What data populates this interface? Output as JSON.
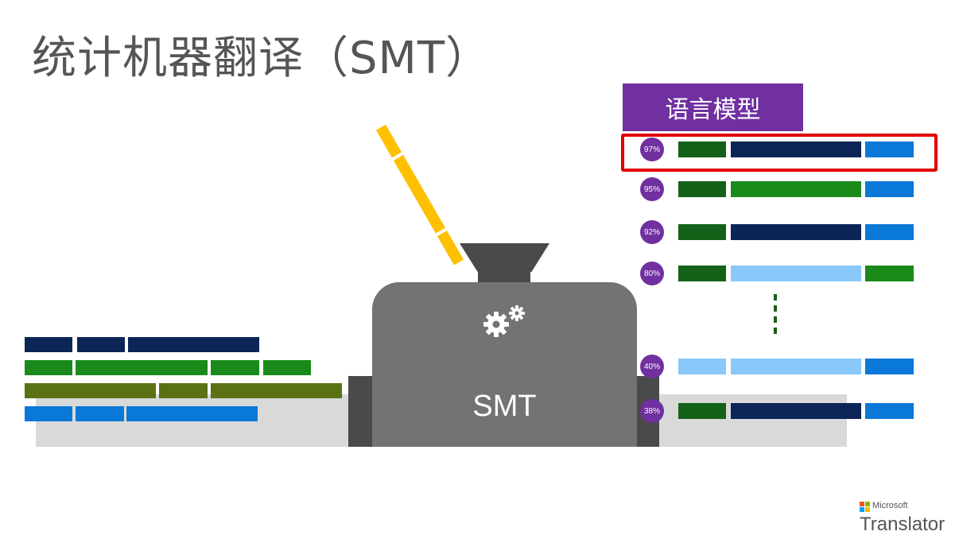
{
  "title": "统计机器翻译（SMT）",
  "language_model": {
    "label": "语言模型"
  },
  "machine": {
    "label": "SMT",
    "icon": "gears-icon"
  },
  "colors": {
    "dark_navy": "#0b2557",
    "green": "#1a8a1a",
    "dark_green": "#14611a",
    "olive": "#5a7213",
    "blue": "#0a78d7",
    "light_blue": "#89c8fb",
    "purple": "#7030a0",
    "red": "#e00000",
    "yellow": "#ffc000",
    "gray": "#737373"
  },
  "input_sentences": [
    {
      "segments": [
        "dark_navy",
        "dark_navy",
        "dark_navy"
      ]
    },
    {
      "segments": [
        "green",
        "green",
        "green",
        "green"
      ]
    },
    {
      "segments": [
        "olive",
        "olive",
        "olive"
      ]
    },
    {
      "segments": [
        "blue",
        "blue",
        "blue"
      ]
    }
  ],
  "candidates": [
    {
      "score": "97%",
      "segments": [
        "dark_green",
        "dark_navy",
        "blue"
      ],
      "highlighted": true
    },
    {
      "score": "95%",
      "segments": [
        "dark_green",
        "green",
        "blue"
      ],
      "highlighted": false
    },
    {
      "score": "92%",
      "segments": [
        "dark_green",
        "dark_navy",
        "blue"
      ],
      "highlighted": false
    },
    {
      "score": "80%",
      "segments": [
        "dark_green",
        "light_blue",
        "green"
      ],
      "highlighted": false
    },
    {
      "score": "40%",
      "segments": [
        "light_blue",
        "light_blue",
        "blue"
      ],
      "highlighted": false
    },
    {
      "score": "38%",
      "segments": [
        "dark_green",
        "dark_navy",
        "blue"
      ],
      "highlighted": false
    }
  ],
  "brand": {
    "company": "Microsoft",
    "product": "Translator"
  }
}
